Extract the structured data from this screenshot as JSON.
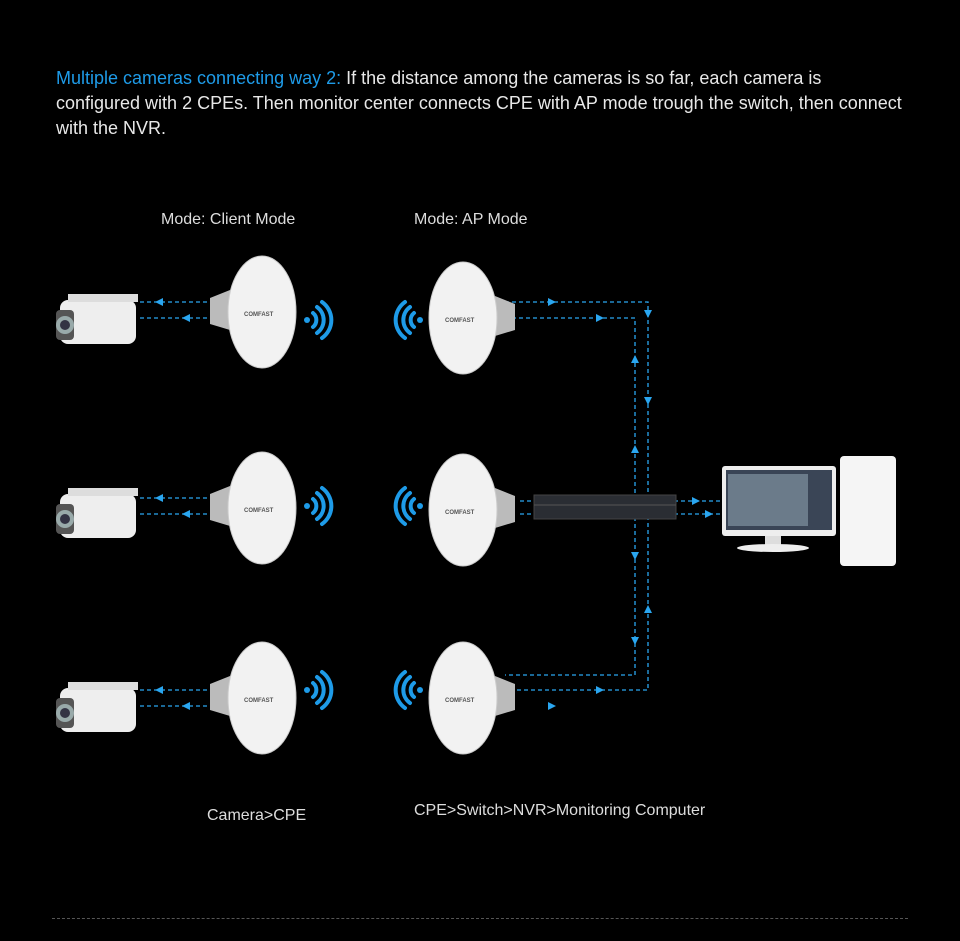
{
  "intro": {
    "highlight": "Multiple cameras connecting way 2:",
    "text": " If the distance among the cameras is so far, each camera is configured with 2 CPEs. Then monitor center connects CPE with AP mode trough the switch, then connect with the NVR."
  },
  "labels": {
    "client_mode": "Mode: Client Mode",
    "ap_mode": "Mode: AP Mode",
    "camera_cpe": "Camera>CPE",
    "chain": "CPE>Switch>NVR>Monitoring Computer"
  },
  "device_brand": "COMFAST",
  "colors": {
    "accent": "#1e9be8",
    "line": "#2aa6f0"
  }
}
